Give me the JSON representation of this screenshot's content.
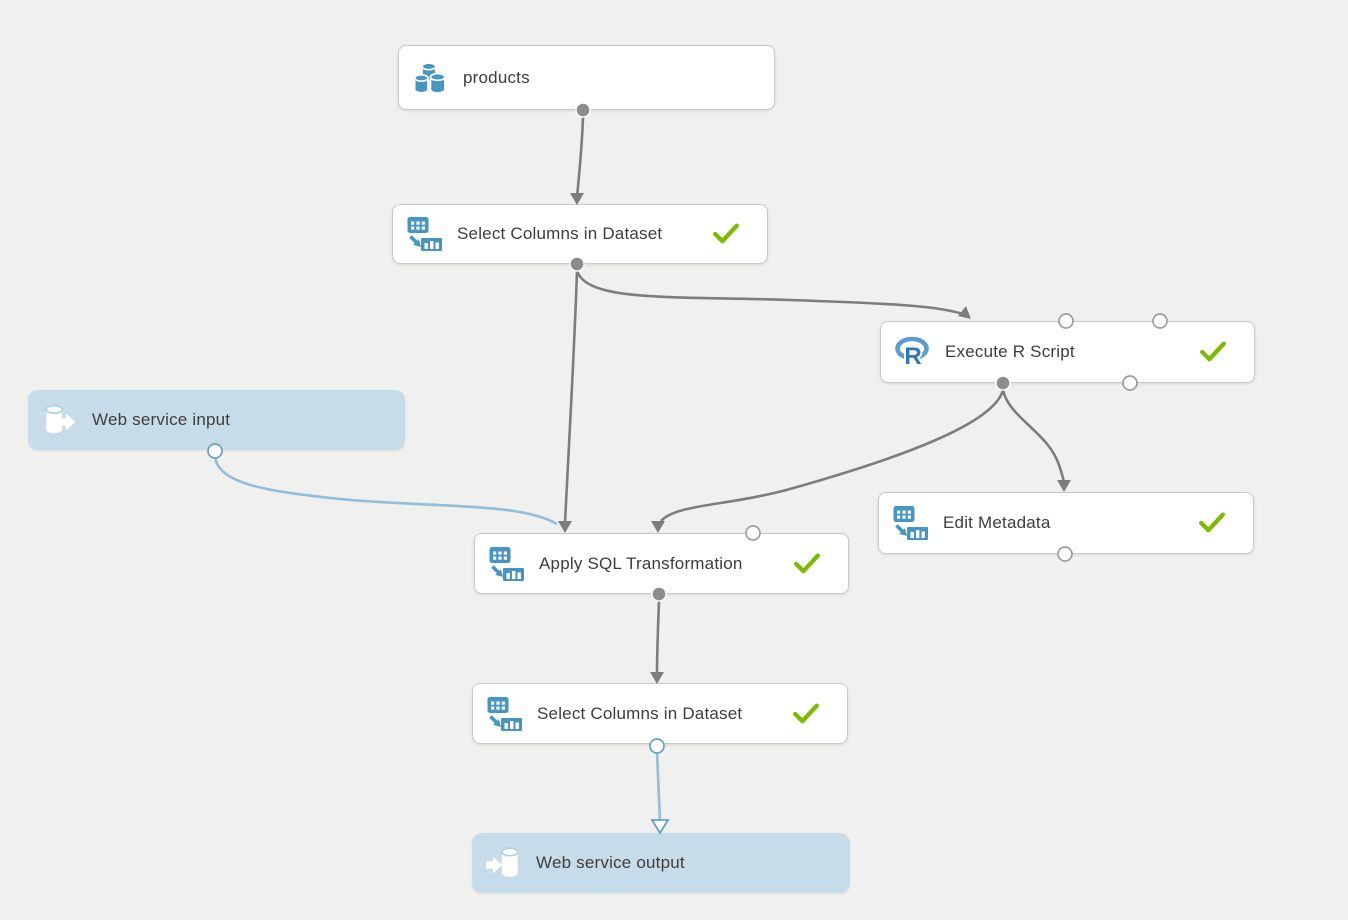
{
  "canvas": {
    "kind": "ml-experiment-graph"
  },
  "colors": {
    "background": "#f0f0ee",
    "node_fill": "#ffffff",
    "node_border": "#c9c9c9",
    "web_service_node_fill": "#c6dde9",
    "edge_gray": "#7d7d7d",
    "edge_blue": "#90bedb",
    "icon_blue": "#4795c2",
    "check_green": "#7cbb00",
    "label_text": "#3d3d3d"
  },
  "nodes": [
    {
      "id": "products",
      "label": "products",
      "icon": "dataset-icon",
      "type": "dataset",
      "status": null
    },
    {
      "id": "select-columns-1",
      "label": "Select Columns in Dataset",
      "icon": "transform-icon",
      "type": "module",
      "status": "completed"
    },
    {
      "id": "execute-r-script",
      "label": "Execute R Script",
      "icon": "r-script-icon",
      "type": "module",
      "status": "completed"
    },
    {
      "id": "web-service-input",
      "label": "Web service input",
      "icon": "web-input-icon",
      "type": "web-service",
      "status": null
    },
    {
      "id": "apply-sql",
      "label": "Apply SQL Transformation",
      "icon": "transform-icon",
      "type": "module",
      "status": "completed"
    },
    {
      "id": "edit-metadata",
      "label": "Edit Metadata",
      "icon": "transform-icon",
      "type": "module",
      "status": "completed"
    },
    {
      "id": "select-columns-2",
      "label": "Select Columns in Dataset",
      "icon": "transform-icon",
      "type": "module",
      "status": "completed"
    },
    {
      "id": "web-service-output",
      "label": "Web service output",
      "icon": "web-output-icon",
      "type": "web-service",
      "status": null
    }
  ],
  "connections": [
    {
      "from": "products",
      "to": "select-columns-1",
      "to_port": 1,
      "color": "gray"
    },
    {
      "from": "select-columns-1",
      "to": "execute-r-script",
      "to_port": 1,
      "color": "gray"
    },
    {
      "from": "select-columns-1",
      "to": "apply-sql",
      "to_port": 1,
      "color": "gray"
    },
    {
      "from": "web-service-input",
      "to": "apply-sql",
      "to_port": 1,
      "color": "blue"
    },
    {
      "from": "execute-r-script",
      "to": "apply-sql",
      "to_port": 2,
      "color": "gray"
    },
    {
      "from": "execute-r-script",
      "to": "edit-metadata",
      "to_port": 1,
      "color": "gray"
    },
    {
      "from": "apply-sql",
      "to": "select-columns-2",
      "to_port": 1,
      "color": "gray"
    },
    {
      "from": "select-columns-2",
      "to": "web-service-output",
      "to_port": 1,
      "color": "blue"
    }
  ]
}
